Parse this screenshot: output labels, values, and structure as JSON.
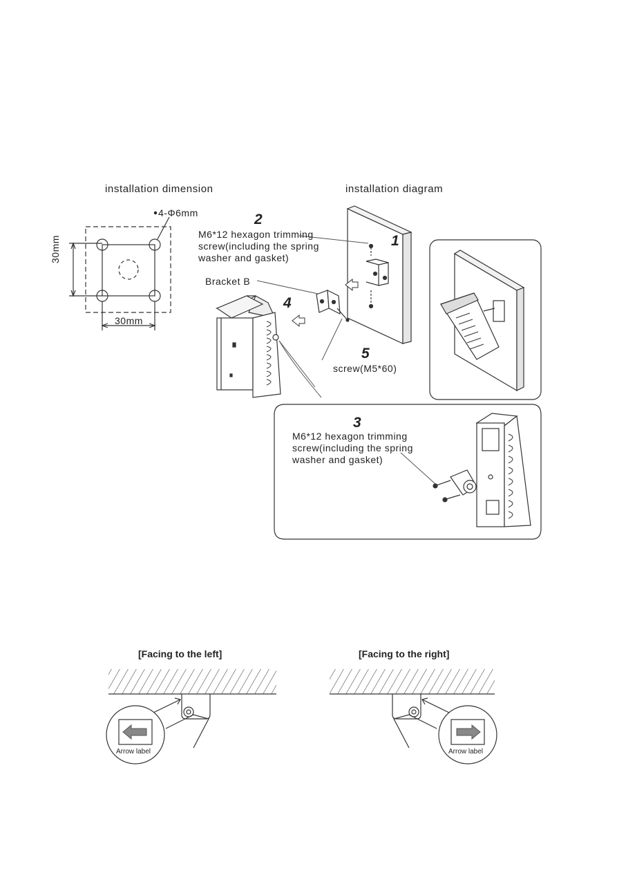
{
  "installation_dimension": {
    "title": "installation dimension",
    "hole_label": "4-Φ6mm",
    "dim_vertical": "30mm",
    "dim_horizontal": "30mm"
  },
  "installation_diagram": {
    "title": "installation diagram",
    "step_1": "1",
    "step_2": "2",
    "step_2_text": [
      "M6*12 hexagon trimming",
      "screw(including the spring",
      "washer and gasket)"
    ],
    "bracket_label": "Bracket B",
    "step_4": "4",
    "step_5": "5",
    "step_5_text": "screw(M5*60)",
    "step_3": "3",
    "step_3_text": [
      "M6*12 hexagon trimming",
      "screw(including the spring",
      "washer and gasket)"
    ]
  },
  "orientation": {
    "left_caption": "[Facing to the left]",
    "right_caption": "[Facing to the right]",
    "arrow_label_left": "Arrow label",
    "arrow_label_right": "Arrow label"
  }
}
